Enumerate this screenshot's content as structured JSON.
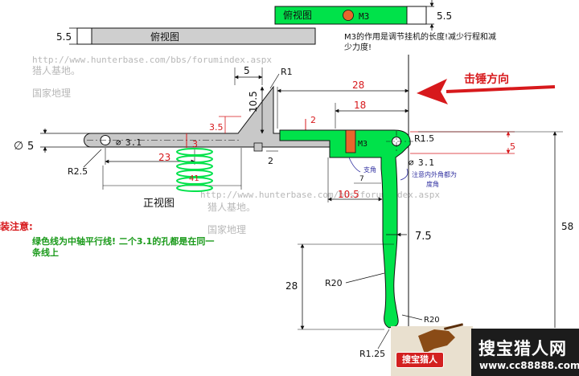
{
  "labels": {
    "top_view_1": "俯视图",
    "top_view_2": "俯视图",
    "front_view": "正视图",
    "m3_a": "M3",
    "m3_b": "M3",
    "m3_note_1": "M3的作用是调节挂机的长度!减少行程和减",
    "m3_note_2": "少力度!",
    "hammer_direction": "击锤方向",
    "note_title": "装注意:",
    "note_line_1": "绿色线为中轴平行线! 二个3.1的孔都是在同一",
    "note_line_2": "条线上",
    "wm1_url": "http://www.hunterbase.com/bbs/forumindex.aspx",
    "wm1_name": "猎人基地。",
    "wm1_land": "国家地理",
    "wm2_url": "http://www.hunterbase.com/bbs/forumindex.aspx",
    "wm2_name": "猎人基地。",
    "wm2_land": "国家地理",
    "small_note_1": "支角",
    "small_note_2": "注意内外角都为",
    "small_note_3": "度角",
    "logo_title": "搜宝猎人网",
    "logo_url": "www.cc88888.com",
    "badge": "搜宝猎人"
  },
  "dims": {
    "d_5_5_top": "5.5",
    "d_5_5_left": "5.5",
    "d_5": "5",
    "d_r1": "R1",
    "d_10_5_v": "10.5",
    "d_3_5": "3.5",
    "d_28_top": "28",
    "d_18": "18",
    "d_2_a": "2",
    "d_2_b": "2",
    "d_r1_5": "R1.5",
    "d_5_right": "5",
    "d_phi_3_1_left": "3.1",
    "d_phi_3_1_right": "3.1",
    "d_phi_5": "5",
    "d_r2_5": "R2.5",
    "d_23": "23",
    "d_3": "3",
    "d_41": "41",
    "d_10_5_h": "10.5",
    "d_7": "7",
    "d_7_5": "7.5",
    "d_28_left": "28",
    "d_r20_a": "R20",
    "d_r20_b": "R20",
    "d_r1_25": "R1.25",
    "d_58": "58"
  },
  "colors": {
    "green": "#00e24a",
    "gray": "#c8c8c8",
    "red": "#d7191c",
    "orange": "#e8662c",
    "line": "#111111"
  }
}
